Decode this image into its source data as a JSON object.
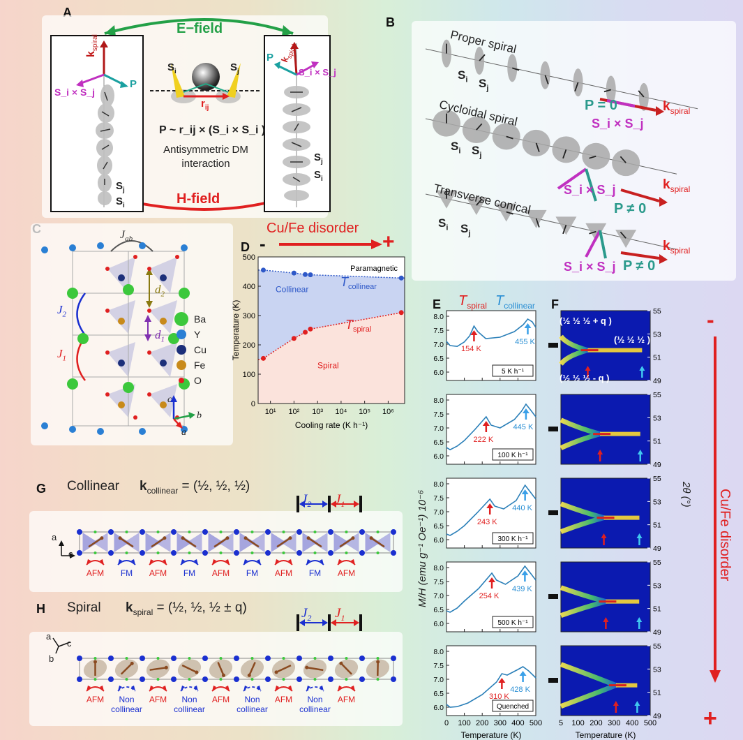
{
  "panel_labels": {
    "a": "A",
    "b": "B",
    "c": "C",
    "d": "D",
    "e": "E",
    "f": "F",
    "g": "G",
    "h": "H"
  },
  "panel_a": {
    "e_field": "E−field",
    "h_field": "H-field",
    "formula": "P ~ r_ij × (S_i × S_i )",
    "caption_line1": "Antisymmetric DM",
    "caption_line2": "interaction",
    "k_label": "k",
    "k_sub": "spiral",
    "p_label": "P",
    "sisj": "S_i × S_j",
    "si": "S",
    "si_sub": "i",
    "sj_sub": "j",
    "rij": "r",
    "rij_sub": "ij"
  },
  "panel_b": {
    "titles": [
      "Proper spiral",
      "Cycloidal spiral",
      "Transverse conical"
    ],
    "p_zero": "P = 0",
    "p_nonzero": "P ≠ 0",
    "k_label": "k",
    "k_sub": "spiral"
  },
  "panel_c": {
    "legend": [
      "Ba",
      "Y",
      "Cu",
      "Fe",
      "O"
    ],
    "legend_colors": [
      "#3cc83c",
      "#2a7fd4",
      "#1c2f7a",
      "#c88a1a",
      "#e02020"
    ],
    "jab": "J",
    "jab_sub": "ab",
    "j1": "J",
    "j1_sub": "1",
    "j2": "J",
    "j2_sub": "2",
    "d1": "d",
    "d1_sub": "1",
    "d2": "d",
    "d2_sub": "2",
    "axes": [
      "c",
      "b",
      "a"
    ]
  },
  "panel_d": {
    "disorder_label": "Cu/Fe disorder",
    "minus": "-",
    "plus": "+",
    "region_para": "Paramagnetic",
    "region_collinear": "Collinear",
    "region_spiral": "Spiral",
    "t_collinear": "T",
    "t_collinear_sub": "collinear",
    "t_spiral": "T",
    "t_spiral_sub": "spiral"
  },
  "panel_e": {
    "t_spiral": "T",
    "t_spiral_sub": "spiral",
    "t_collinear": "T",
    "t_collinear_sub": "collinear",
    "ylabel": "M/H (emu g⁻¹ Oe⁻¹) 10⁻⁶",
    "xlabel": "Temperature (K)",
    "rows": [
      {
        "rate": "5 K h⁻¹",
        "tspiral": "154 K",
        "tcoll": "455 K"
      },
      {
        "rate": "100 K h⁻¹",
        "tspiral": "222 K",
        "tcoll": "445 K"
      },
      {
        "rate": "300 K h⁻¹",
        "tspiral": "243 K",
        "tcoll": "440 K"
      },
      {
        "rate": "500 K h⁻¹",
        "tspiral": "254 K",
        "tcoll": "439 K"
      },
      {
        "rate": "Quenched",
        "tspiral": "310 K",
        "tcoll": "428 K"
      }
    ]
  },
  "panel_f": {
    "xlabel": "Temperature (K)",
    "ylabel": "2θ (°)",
    "ann_top": "(½ ½ ½ + q )",
    "ann_mid": "(½ ½ ½ )",
    "ann_bot": "(½ ½ ½ - q )",
    "disorder_label": "Cu/Fe disorder",
    "minus": "-",
    "plus": "+"
  },
  "panel_g": {
    "title": "Collinear",
    "k_label": "k",
    "k_sub": "collinear",
    "k_value": " = (½, ½, ½)",
    "j1": "J",
    "j1_sub": "1",
    "j2": "J",
    "j2_sub": "2",
    "bonds": [
      "AFM",
      "FM",
      "AFM",
      "FM",
      "AFM",
      "FM",
      "AFM",
      "FM",
      "AFM"
    ],
    "axes": [
      "a",
      "c"
    ]
  },
  "panel_h": {
    "title": "Spiral",
    "k_label": "k",
    "k_sub": "spiral",
    "k_value": " = (½, ½, ½ ± q)",
    "j1": "J",
    "j1_sub": "1",
    "j2": "J",
    "j2_sub": "2",
    "bonds": [
      "AFM",
      "Non collinear",
      "AFM",
      "Non collinear",
      "AFM",
      "Non collinear",
      "AFM",
      "Non collinear",
      "AFM"
    ],
    "axes": [
      "a",
      "c",
      "b"
    ]
  },
  "chart_data": [
    {
      "type": "scatter",
      "title": "",
      "xlabel": "Cooling rate (K h⁻¹)",
      "ylabel": "Temperature (K)",
      "x_scale": "log",
      "xlim": [
        3,
        5000000
      ],
      "ylim": [
        0,
        500
      ],
      "x_ticks": [
        "10¹",
        "10²",
        "10³",
        "10⁴",
        "10⁵",
        "10⁶"
      ],
      "y_ticks": [
        0,
        100,
        200,
        300,
        400,
        500
      ],
      "series": [
        {
          "name": "T collinear",
          "color": "#2e58c8",
          "x": [
            5,
            100,
            300,
            500,
            3600000
          ],
          "y": [
            455,
            445,
            440,
            439,
            428
          ]
        },
        {
          "name": "T spiral",
          "color": "#e02020",
          "x": [
            5,
            100,
            300,
            500,
            3600000
          ],
          "y": [
            154,
            222,
            243,
            254,
            310
          ]
        }
      ]
    },
    {
      "type": "line",
      "title": "",
      "xlabel": "Temperature (K)",
      "ylabel": "M/H (emu g⁻¹ Oe⁻¹) 10⁻⁶",
      "xlim": [
        0,
        500
      ],
      "ylim": [
        5.7,
        8.2
      ],
      "x_ticks": [
        0,
        100,
        200,
        300,
        400,
        500
      ],
      "y_ticks": [
        6.0,
        6.5,
        7.0,
        7.5,
        8.0
      ],
      "series": [
        {
          "name": "5 K h⁻¹",
          "x": [
            0,
            20,
            60,
            100,
            130,
            154,
            175,
            220,
            300,
            380,
            430,
            455,
            480,
            500
          ],
          "y": [
            7.1,
            6.95,
            6.92,
            7.08,
            7.3,
            7.65,
            7.45,
            7.2,
            7.25,
            7.45,
            7.7,
            7.9,
            7.8,
            7.6
          ]
        },
        {
          "name": "100 K h⁻¹",
          "x": [
            0,
            20,
            60,
            100,
            160,
            222,
            250,
            300,
            380,
            420,
            445,
            470,
            500
          ],
          "y": [
            6.3,
            6.22,
            6.35,
            6.55,
            6.95,
            7.4,
            7.1,
            7.0,
            7.3,
            7.6,
            7.85,
            7.65,
            7.4
          ]
        },
        {
          "name": "300 K h⁻¹",
          "x": [
            0,
            20,
            60,
            100,
            170,
            243,
            270,
            320,
            390,
            440,
            470,
            500
          ],
          "y": [
            6.2,
            6.15,
            6.3,
            6.5,
            6.95,
            7.45,
            7.2,
            7.1,
            7.4,
            7.95,
            7.7,
            7.45
          ]
        },
        {
          "name": "500 K h⁻¹",
          "x": [
            0,
            20,
            60,
            100,
            180,
            254,
            280,
            330,
            400,
            439,
            470,
            500
          ],
          "y": [
            6.45,
            6.4,
            6.55,
            6.8,
            7.25,
            7.8,
            7.55,
            7.4,
            7.7,
            8.05,
            7.8,
            7.55
          ]
        },
        {
          "name": "Quenched",
          "x": [
            0,
            20,
            60,
            120,
            200,
            280,
            310,
            340,
            400,
            428,
            460,
            500
          ],
          "y": [
            6.1,
            6.0,
            6.02,
            6.15,
            6.45,
            6.9,
            7.2,
            7.15,
            7.35,
            7.45,
            7.3,
            7.05
          ]
        }
      ]
    },
    {
      "type": "heatmap",
      "title": "",
      "xlabel": "Temperature (K)",
      "ylabel": "2θ (°)",
      "xlim": [
        5,
        500
      ],
      "ylim": [
        49,
        55
      ],
      "x_ticks": [
        5,
        100,
        200,
        300,
        400,
        500
      ],
      "y_ticks": [
        49,
        51,
        53,
        55
      ],
      "rows": [
        {
          "name": "5 K h⁻¹",
          "t_spiral": 154,
          "t_collinear": 455
        },
        {
          "name": "100 K h⁻¹",
          "t_spiral": 222,
          "t_collinear": 445
        },
        {
          "name": "300 K h⁻¹",
          "t_spiral": 243,
          "t_collinear": 440
        },
        {
          "name": "500 K h⁻¹",
          "t_spiral": 254,
          "t_collinear": 439
        },
        {
          "name": "Quenched",
          "t_spiral": 310,
          "t_collinear": 428
        }
      ]
    }
  ]
}
